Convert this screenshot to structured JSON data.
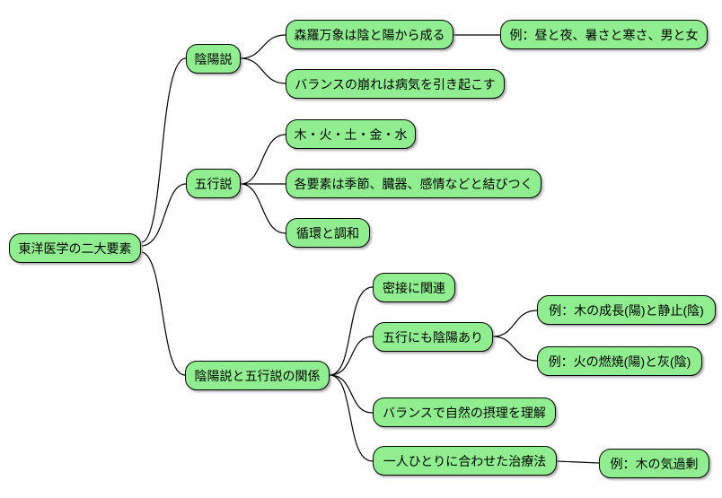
{
  "colors": {
    "background": "#ffffff",
    "node_fill": "#90EE90",
    "node_border": "#000000",
    "edge": "#000000",
    "text": "#000000"
  },
  "mindmap": {
    "root": {
      "label": "東洋医学の二大要素",
      "children": [
        {
          "label": "陰陽説",
          "children": [
            {
              "label": "森羅万象は陰と陽から成る",
              "children": [
                {
                  "label": "例：昼と夜、暑さと寒さ、男と女"
                }
              ]
            },
            {
              "label": "バランスの崩れは病気を引き起こす"
            }
          ]
        },
        {
          "label": "五行説",
          "children": [
            {
              "label": "木・火・土・金・水"
            },
            {
              "label": "各要素は季節、臓器、感情などと結びつく"
            },
            {
              "label": "循環と調和"
            }
          ]
        },
        {
          "label": "陰陽説と五行説の関係",
          "children": [
            {
              "label": "密接に関連"
            },
            {
              "label": "五行にも陰陽あり",
              "children": [
                {
                  "label": "例：木の成長(陽)と静止(陰)"
                },
                {
                  "label": "例：火の燃焼(陽)と灰(陰)"
                }
              ]
            },
            {
              "label": "バランスで自然の摂理を理解"
            },
            {
              "label": "一人ひとりに合わせた治療法",
              "children": [
                {
                  "label": "例：木の気過剰"
                }
              ]
            }
          ]
        }
      ]
    }
  }
}
